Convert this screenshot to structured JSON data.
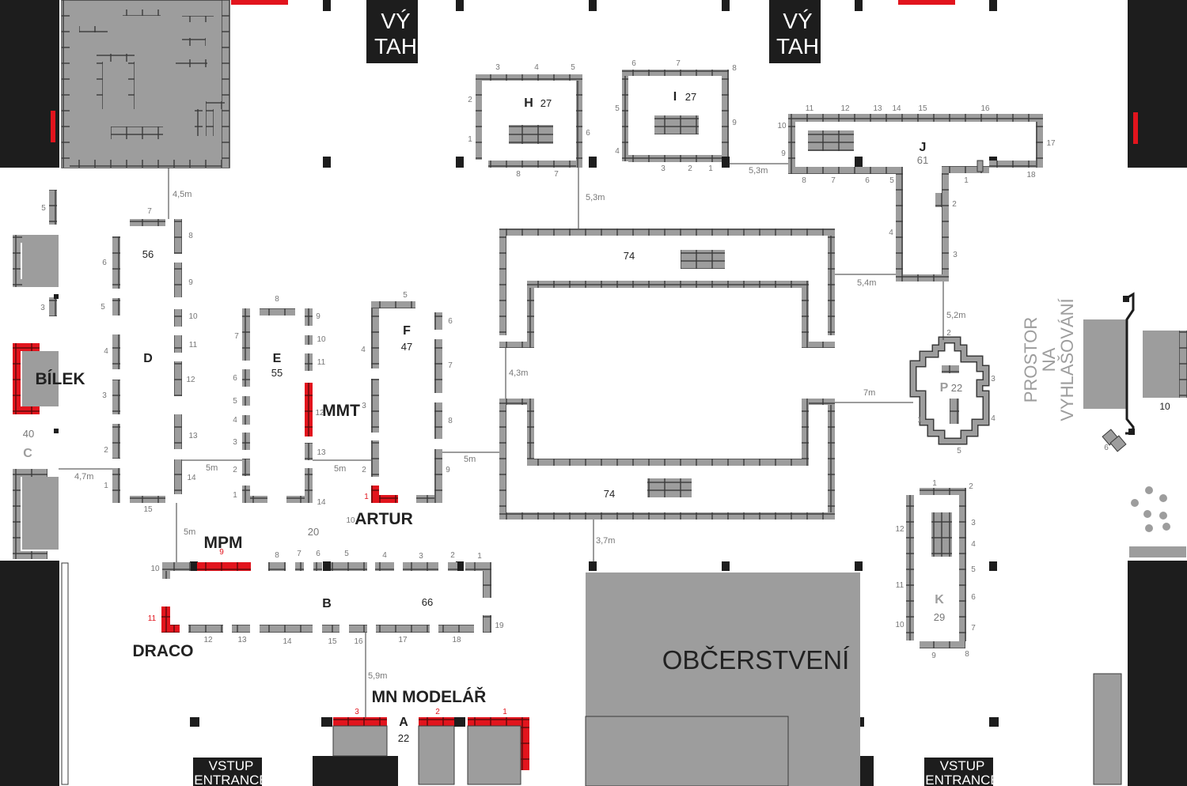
{
  "colors": {
    "wall": "#1d1d1d",
    "table": "#9d9d9d",
    "table_stroke": "#3a3a3a",
    "highlight": "#e2141d",
    "area": "#9d9d9d",
    "ink": "#222222",
    "muted": "#777777"
  },
  "elevators": [
    {
      "line1": "VÝ",
      "line2": "TAH"
    },
    {
      "line1": "VÝ",
      "line2": "TAH"
    }
  ],
  "entrances": [
    {
      "line1": "VSTUP",
      "line2": "ENTRANCE"
    },
    {
      "line1": "VSTUP",
      "line2": "ENTRANCE"
    }
  ],
  "refreshments": "OBČERSTVENÍ",
  "award_area": {
    "line1": "PROSTOR",
    "line2": "NA",
    "line3": "VYHLAŠOVÁNÍ"
  },
  "exhibitors": {
    "bilek": "BÍLEK",
    "mmt": "MMT",
    "artur": "ARTUR",
    "mpm": "MPM",
    "draco": "DRACO",
    "mn_modelar": "MN MODELÁŘ"
  },
  "sections": {
    "h": {
      "letter": "H",
      "count": "27"
    },
    "i": {
      "letter": "I",
      "count": "27"
    },
    "j": {
      "letter": "J",
      "count": "61"
    },
    "d": {
      "letter": "D",
      "count": "56"
    },
    "e": {
      "letter": "E",
      "count": "55"
    },
    "f": {
      "letter": "F",
      "count": "47"
    },
    "big_top": {
      "count": "74"
    },
    "big_bottom": {
      "count": "74"
    },
    "p": {
      "letter": "P",
      "count": "22"
    },
    "k": {
      "letter": "K",
      "count": "29"
    },
    "b": {
      "letter": "B",
      "count": "66"
    },
    "a": {
      "letter": "A",
      "count": "22"
    },
    "c": {
      "letter": "C",
      "count": "40"
    },
    "misc": {
      "n20": "20",
      "n10": "10"
    }
  },
  "distances": {
    "d1": "4,5m",
    "d2": "5,3m",
    "d3": "5,3m",
    "d4": "5,4m",
    "d5": "5,2m",
    "d6": "4,3m",
    "d7": "7m",
    "d8": "5m",
    "d9": "5m",
    "d10": "5m",
    "d11": "4,7m",
    "d12": "5m",
    "d13": "3,7m",
    "d14": "5,9m"
  },
  "table_numbers": {
    "h": [
      "3",
      "4",
      "5",
      "2",
      "1",
      "6",
      "8",
      "7"
    ],
    "i": [
      "6",
      "7",
      "8",
      "5",
      "4",
      "9",
      "3",
      "2",
      "1"
    ],
    "j": [
      "11",
      "12",
      "13",
      "14",
      "15",
      "16",
      "10",
      "9",
      "17",
      "18",
      "8",
      "7",
      "6",
      "5",
      "1",
      "2",
      "4",
      "3"
    ],
    "left": [
      "5",
      "3"
    ],
    "d": [
      "7",
      "8",
      "6",
      "9",
      "5",
      "10",
      "4",
      "11",
      "12",
      "3",
      "13",
      "2",
      "14",
      "1",
      "15"
    ],
    "e": [
      "8",
      "9",
      "7",
      "10",
      "11",
      "6",
      "5",
      "12",
      "4",
      "3",
      "13",
      "2",
      "1",
      "14"
    ],
    "f": [
      "5",
      "6",
      "4",
      "3",
      "7",
      "8",
      "2",
      "9",
      "1",
      "10"
    ],
    "p": [
      "2",
      "3",
      "4",
      "5",
      "1"
    ],
    "k": [
      "1",
      "2",
      "3",
      "4",
      "5",
      "6",
      "7",
      "8",
      "9",
      "10",
      "11",
      "12"
    ],
    "b": [
      "8",
      "7",
      "6",
      "5",
      "4",
      "3",
      "2",
      "1",
      "10",
      "9",
      "11",
      "12",
      "13",
      "14",
      "15",
      "16",
      "17",
      "18",
      "19"
    ],
    "a": [
      "3",
      "2",
      "1"
    ],
    "award": [
      "6"
    ]
  }
}
